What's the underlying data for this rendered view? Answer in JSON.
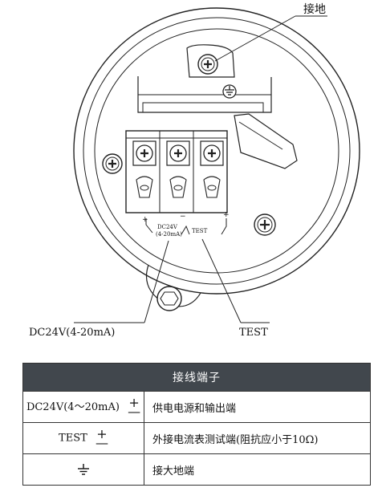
{
  "diagram": {
    "ground_label": "接地",
    "power_label": "DC24V(4-20mA)",
    "test_label": "TEST",
    "inner_power_line1": "DC24V",
    "inner_power_line2": "(4-20mA)",
    "inner_test": "TEST",
    "minus_sign": "−",
    "plus_sign": "+"
  },
  "table": {
    "header": "接线端子",
    "rows": [
      {
        "terminal": "DC24V(4～20mA)",
        "symbol": "plus-minus",
        "plus": "+",
        "minus": "—",
        "desc": "供电电源和输出端"
      },
      {
        "terminal": "TEST",
        "symbol": "plus-minus",
        "plus": "+",
        "minus": "—",
        "desc": "外接电流表测试端(阻抗应小于10Ω)"
      },
      {
        "terminal": "",
        "symbol": "ground-icon",
        "desc": "接大地端"
      }
    ]
  }
}
